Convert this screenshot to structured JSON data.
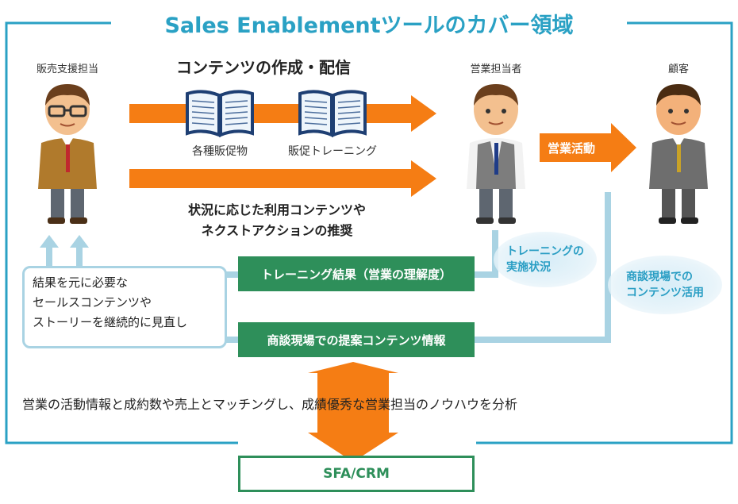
{
  "title": "Sales Enablementツールのカバー領域",
  "roles": {
    "support": "販売支援担当",
    "sales": "営業担当者",
    "customer": "顧客"
  },
  "content_flow": {
    "heading": "コンテンツの作成・配信",
    "item1": "各種販促物",
    "item2": "販促トレーニング",
    "recommend_line1": "状況に応じた利用コンテンツや",
    "recommend_line2": "ネクストアクションの推奨"
  },
  "sales_activity": "営業活動",
  "training_cloud_line1": "トレーニングの",
  "training_cloud_line2": "実施状況",
  "usage_cloud_line1": "商談現場での",
  "usage_cloud_line2": "コンテンツ活用",
  "training_result": "トレーニング結果（営業の理解度）",
  "proposal_info": "商談現場での提案コンテンツ情報",
  "review_note": {
    "line1": "結果を元に必要な",
    "line2": "セールスコンテンツや",
    "line3": "ストーリーを継続的に見直し"
  },
  "analysis_text": "営業の活動情報と成約数や売上とマッチングし、成績優秀な営業担当のノウハウを分析",
  "sfa_label": "SFA/CRM",
  "colors": {
    "accent_blue": "#2aa1c4",
    "frame_blue": "#2aa1c4",
    "orange": "#f57d14",
    "green": "#2e8f5a",
    "light_blue": "#a9d3e3"
  }
}
